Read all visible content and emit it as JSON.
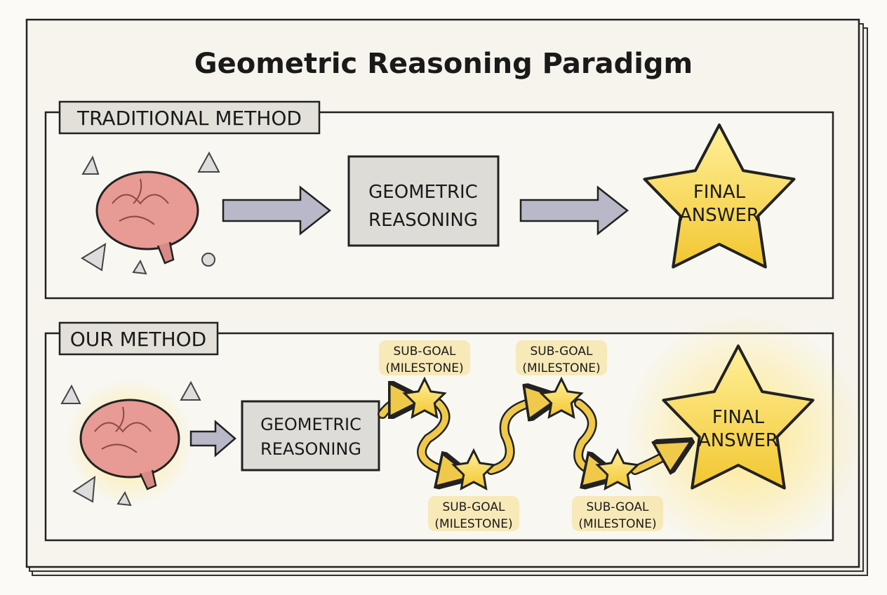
{
  "title": "Geometric Reasoning Paradigm",
  "traditional": {
    "label": "TRADITIONAL METHOD",
    "box_line1": "GEOMETRIC",
    "box_line2": "REASONING",
    "answer_line1": "FINAL",
    "answer_line2": "ANSWER"
  },
  "ours": {
    "label": "OUR METHOD",
    "box_line1": "GEOMETRIC",
    "box_line2": "REASONING",
    "subgoals": [
      {
        "line1": "SUB-GOAL",
        "line2": "(MILESTONE)"
      },
      {
        "line1": "SUB-GOAL",
        "line2": "(MILESTONE)"
      },
      {
        "line1": "SUB-GOAL",
        "line2": "(MILESTONE)"
      },
      {
        "line1": "SUB-GOAL",
        "line2": "(MILESTONE)"
      }
    ],
    "answer_line1": "FINAL",
    "answer_line2": "ANSWER"
  },
  "colors": {
    "paper": "#f6f4ec",
    "tag": "#e2e0d8",
    "gold": "#f7d54a",
    "brain": "#e89a94",
    "arrow": "#b9b8c8",
    "box": "#dddcd6"
  }
}
